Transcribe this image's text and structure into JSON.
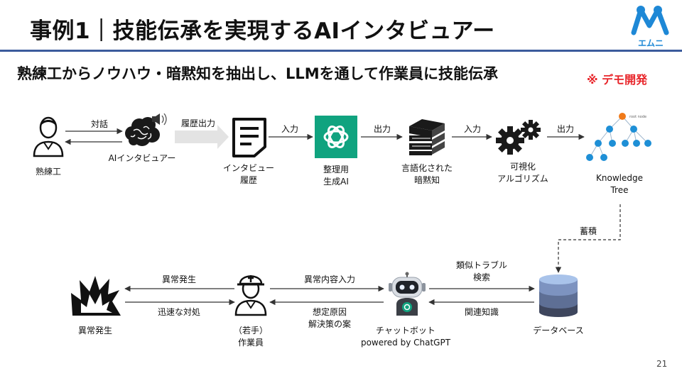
{
  "title": "事例1｜技能伝承を実現するAIインタビュアー",
  "subtitle": "熟練工からノウハウ・暗黙知を抽出し、LLMを通して作業員に技能伝承",
  "demo_badge": "※ デモ開発",
  "logo_text": "エムニ",
  "page_number": "21",
  "nodes": {
    "expert": "熟練工",
    "ai_interviewer": "AIインタビュアー",
    "interview_history": [
      "インタビュー",
      "履歴"
    ],
    "organizing_ai": [
      "整理用",
      "生成AI"
    ],
    "verbalized_tacit": [
      "言語化された",
      "暗黙知"
    ],
    "visualization": [
      "可視化",
      "アルゴリズム"
    ],
    "knowledge_tree": [
      "Knowledge",
      "Tree"
    ],
    "knowledge_tree_root_tag": "root node",
    "anomaly": "異常発生",
    "worker": [
      "（若手）",
      "作業員"
    ],
    "chatbot": [
      "チャットボット",
      "powered by ChatGPT"
    ],
    "database": "データベース"
  },
  "edges": {
    "dialogue": "対話",
    "history_output": "履歴出力",
    "input1": "入力",
    "output1": "出力",
    "input2": "入力",
    "output2": "出力",
    "accumulate": "蓄積",
    "anomaly_occurs": "異常発生",
    "quick_response": "迅速な対処",
    "anomaly_input": "異常内容入力",
    "assumed_cause": [
      "想定原因",
      "解決策の案"
    ],
    "similar_trouble": [
      "類似トラブル",
      "検索"
    ],
    "related_knowledge": "関連知識"
  },
  "colors": {
    "accent": "#3b5b9c",
    "demo": "#e8252a",
    "gpt_green": "#10a37f",
    "tree_node": "#1e8fd6",
    "tree_root": "#f07a1a",
    "db_top": "#a9c3ea",
    "db_mid": "#5e6f95",
    "db_bottom": "#3e465d"
  }
}
